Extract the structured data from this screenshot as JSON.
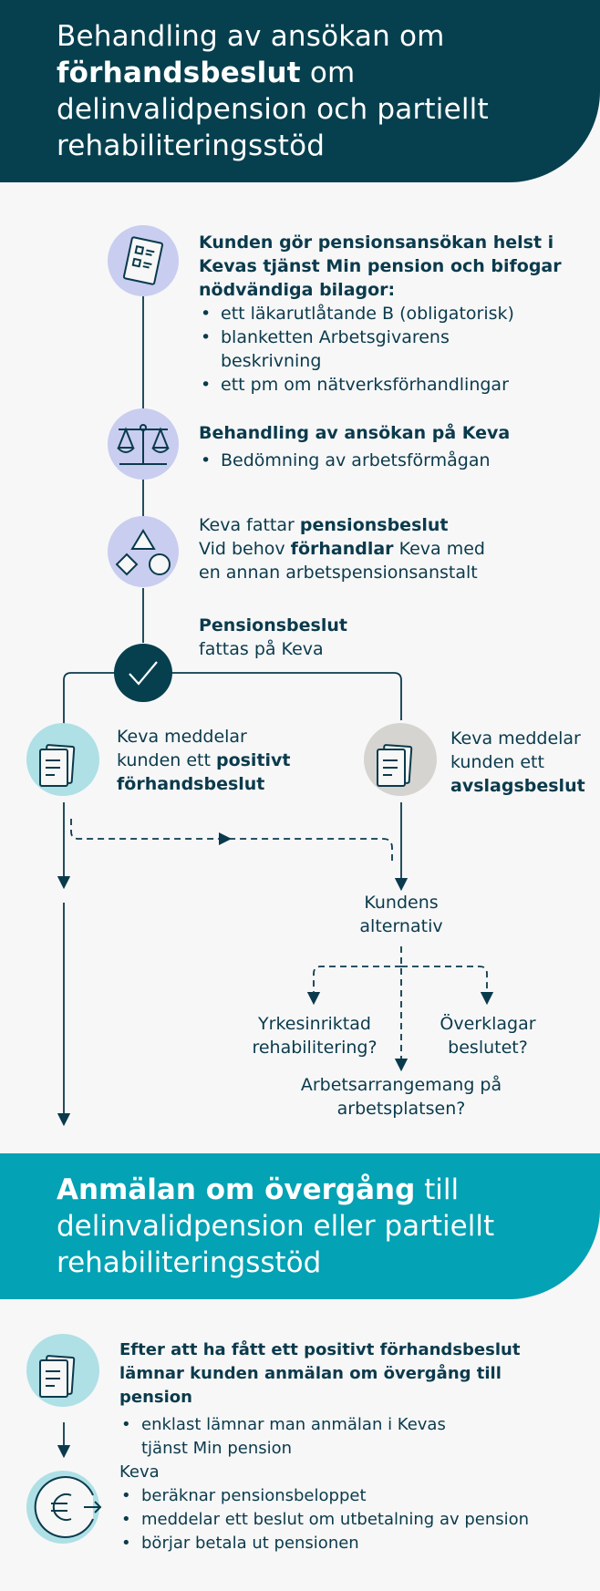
{
  "section1": {
    "title_part1": "Behandling av ansökan om ",
    "title_bold": "förhandsbeslut",
    "title_part2": " om delinvalidpension och partiellt rehabiliteringsstöd"
  },
  "step1": {
    "heading": "Kunden gör pensionsansökan helst i Kevas tjänst Min pension och bifogar nödvändiga bilagor:",
    "items": [
      "ett läkarutlåtande B (obligatorisk)",
      "blanketten Arbetsgivarens beskrivning",
      "ett pm om nätverksförhandlingar"
    ]
  },
  "step2": {
    "heading": "Behandling av ansökan på Keva",
    "items": [
      "Bedömning av arbetsförmågan"
    ]
  },
  "step3": {
    "t1": "Keva fattar ",
    "b1": "pensionsbeslut",
    "t2": "Vid behov ",
    "b2": "förhandlar",
    "t3": " Keva med en annan arbetspensionsanstalt"
  },
  "step4": {
    "heading": "Pensionsbeslut",
    "text": "fattas på Keva"
  },
  "positive": {
    "t1": "Keva meddelar kunden ett ",
    "b1": "positivt förhandsbeslut"
  },
  "negative": {
    "t1": "Keva meddelar kunden ett ",
    "b1": "avslagsbeslut"
  },
  "alternatives": {
    "heading": "Kundens alternativ",
    "left": "Yrkesinriktad rehabilitering?",
    "middle": "Arbetsarrangemang på arbetsplatsen?",
    "right": "Överklagar beslutet?"
  },
  "section2": {
    "title_bold": "Anmälan om övergång",
    "title_rest": " till delinvalidpension eller partiellt rehabiliteringsstöd"
  },
  "step5": {
    "heading": "Efter att ha fått ett positivt förhandsbeslut lämnar kunden anmälan om övergång till pension",
    "items": [
      "enklast lämnar man anmälan i Kevas tjänst Min pension"
    ]
  },
  "step6": {
    "heading": "Keva",
    "items": [
      "beräknar pensionsbeloppet",
      "meddelar ett beslut om utbetalning av pension",
      "börjar betala ut pensionen"
    ]
  },
  "colors": {
    "dark_teal": "#06404f",
    "teal": "#03a2b4",
    "lavender": "#c9cdf0",
    "light_cyan": "#aee0e6",
    "grey_circle": "#d6d4d0",
    "line": "#0a3a4c"
  },
  "icons": [
    "document-list-icon",
    "scales-icon",
    "shapes-icon",
    "checkmark-icon",
    "documents-icon",
    "euro-icon"
  ]
}
